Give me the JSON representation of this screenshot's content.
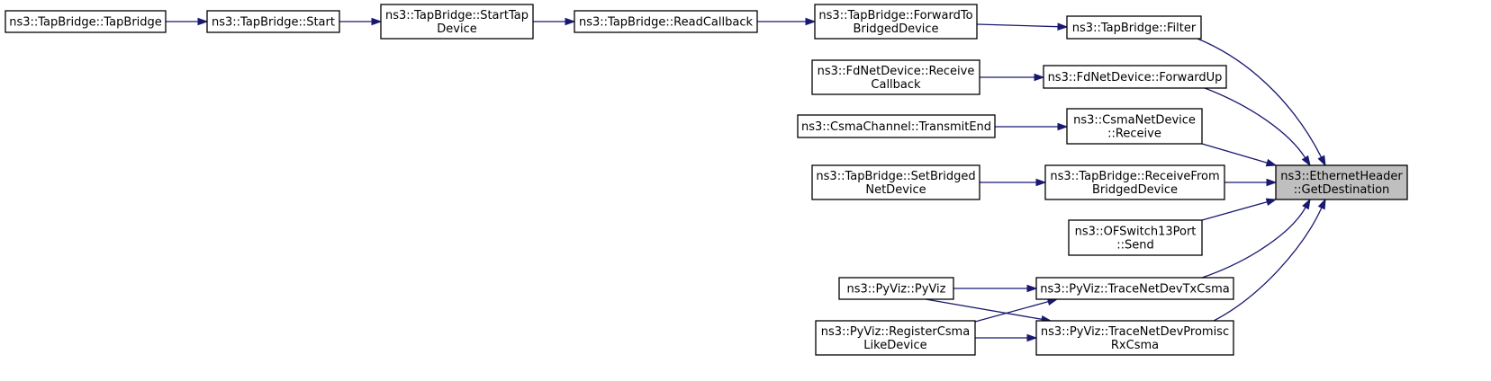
{
  "graph": {
    "nodes": [
      {
        "id": "tb_ctor",
        "lines": [
          "ns3::TapBridge::TapBridge"
        ],
        "focus": false
      },
      {
        "id": "tb_start",
        "lines": [
          "ns3::TapBridge::Start"
        ],
        "focus": false
      },
      {
        "id": "tb_starttap",
        "lines": [
          "ns3::TapBridge::StartTap",
          "Device"
        ],
        "focus": false
      },
      {
        "id": "tb_readcb",
        "lines": [
          "ns3::TapBridge::ReadCallback"
        ],
        "focus": false
      },
      {
        "id": "tb_forwardto",
        "lines": [
          "ns3::TapBridge::ForwardTo",
          "BridgedDevice"
        ],
        "focus": false
      },
      {
        "id": "tb_filter",
        "lines": [
          "ns3::TapBridge::Filter"
        ],
        "focus": false
      },
      {
        "id": "fd_recvcb",
        "lines": [
          "ns3::FdNetDevice::Receive",
          "Callback"
        ],
        "focus": false
      },
      {
        "id": "fd_forwardup",
        "lines": [
          "ns3::FdNetDevice::ForwardUp"
        ],
        "focus": false
      },
      {
        "id": "csma_txend",
        "lines": [
          "ns3::CsmaChannel::TransmitEnd"
        ],
        "focus": false
      },
      {
        "id": "csma_receive",
        "lines": [
          "ns3::CsmaNetDevice",
          "::Receive"
        ],
        "focus": false
      },
      {
        "id": "tb_setbridged",
        "lines": [
          "ns3::TapBridge::SetBridged",
          "NetDevice"
        ],
        "focus": false
      },
      {
        "id": "tb_recvfrom",
        "lines": [
          "ns3::TapBridge::ReceiveFrom",
          "BridgedDevice"
        ],
        "focus": false
      },
      {
        "id": "ofs_send",
        "lines": [
          "ns3::OFSwitch13Port",
          "::Send"
        ],
        "focus": false
      },
      {
        "id": "pv_ctor",
        "lines": [
          "ns3::PyViz::PyViz"
        ],
        "focus": false
      },
      {
        "id": "pv_txcsma",
        "lines": [
          "ns3::PyViz::TraceNetDevTxCsma"
        ],
        "focus": false
      },
      {
        "id": "pv_register",
        "lines": [
          "ns3::PyViz::RegisterCsma",
          "LikeDevice"
        ],
        "focus": false
      },
      {
        "id": "pv_promisc",
        "lines": [
          "ns3::PyViz::TraceNetDevPromisc",
          "RxCsma"
        ],
        "focus": false
      },
      {
        "id": "eth_getdest",
        "lines": [
          "ns3::EthernetHeader",
          "::GetDestination"
        ],
        "focus": true
      }
    ],
    "edges": [
      {
        "from": "tb_ctor",
        "to": "tb_start"
      },
      {
        "from": "tb_start",
        "to": "tb_starttap"
      },
      {
        "from": "tb_starttap",
        "to": "tb_readcb"
      },
      {
        "from": "tb_readcb",
        "to": "tb_forwardto"
      },
      {
        "from": "tb_forwardto",
        "to": "tb_filter"
      },
      {
        "from": "fd_recvcb",
        "to": "fd_forwardup"
      },
      {
        "from": "csma_txend",
        "to": "csma_receive"
      },
      {
        "from": "tb_setbridged",
        "to": "tb_recvfrom"
      },
      {
        "from": "pv_ctor",
        "to": "pv_txcsma"
      },
      {
        "from": "pv_ctor",
        "to": "pv_promisc"
      },
      {
        "from": "pv_register",
        "to": "pv_txcsma"
      },
      {
        "from": "pv_register",
        "to": "pv_promisc"
      },
      {
        "from": "tb_filter",
        "to": "eth_getdest"
      },
      {
        "from": "fd_forwardup",
        "to": "eth_getdest"
      },
      {
        "from": "csma_receive",
        "to": "eth_getdest"
      },
      {
        "from": "tb_recvfrom",
        "to": "eth_getdest"
      },
      {
        "from": "ofs_send",
        "to": "eth_getdest"
      },
      {
        "from": "pv_txcsma",
        "to": "eth_getdest"
      },
      {
        "from": "pv_promisc",
        "to": "eth_getdest"
      }
    ],
    "colors": {
      "edge": "#191970",
      "focus_fill": "#bfbfbf",
      "node_fill": "#ffffff",
      "node_border": "#000000"
    }
  }
}
